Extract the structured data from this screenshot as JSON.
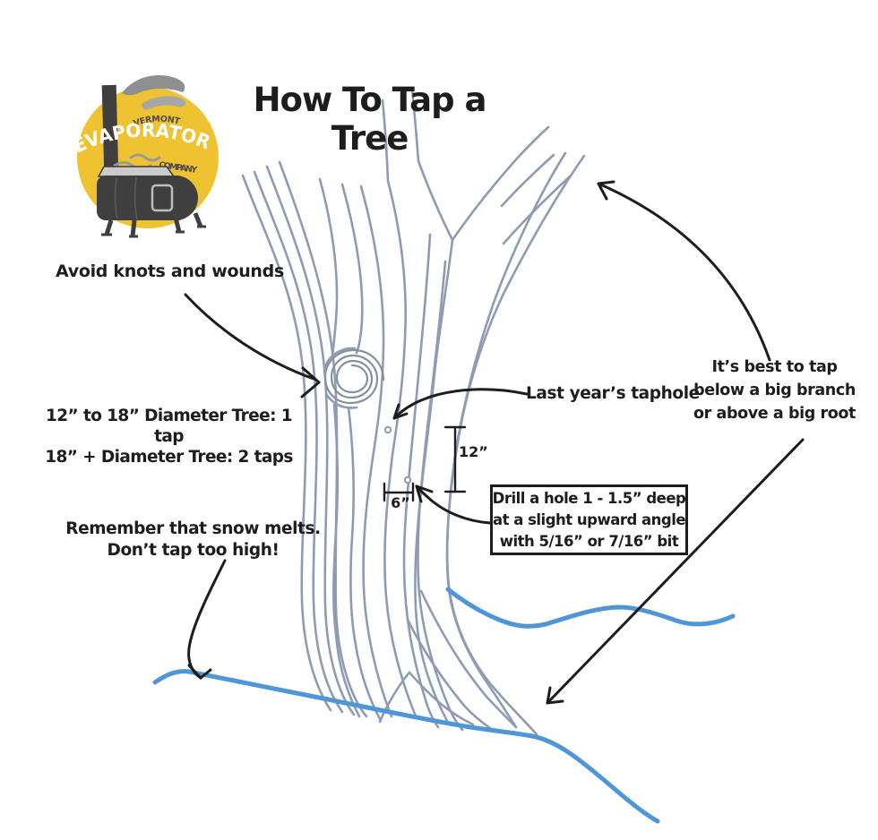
{
  "title": "How To Tap a Tree",
  "logo": {
    "top": "VERMONT",
    "main": "EVAPORATOR",
    "bottom": "COMPANY"
  },
  "annotations": {
    "avoid_knots": "Avoid knots and wounds",
    "diameter": {
      "line1": "12” to 18” Diameter Tree: 1 tap",
      "line2": "18” + Diameter Tree: 2 taps"
    },
    "snow": {
      "line1": "Remember that snow melts.",
      "line2": "Don’t tap too high!"
    },
    "last_taphole": "Last year’s taphole",
    "best_spot": {
      "line1": "It’s best to tap",
      "line2": "below a big branch",
      "line3": "or above a big root"
    },
    "drill_box": {
      "line1": "Drill a hole 1 - 1.5” deep",
      "line2": "at a slight upward angle",
      "line3": "with 5/16” or 7/16” bit"
    }
  },
  "measurements": {
    "vertical": "12”",
    "horizontal": "6”"
  },
  "colors": {
    "tree_line": "#8d9cb3",
    "knot": "#87909e",
    "snow_blue": "#4f96d8",
    "ink": "#1d1d1d",
    "logo_yellow": "#efc232",
    "logo_dark": "#3f3f3f",
    "logo_gray": "#8f8f8f",
    "logo_light": "#cbcbcb",
    "logo_text_dark": "#4b4b4b"
  }
}
